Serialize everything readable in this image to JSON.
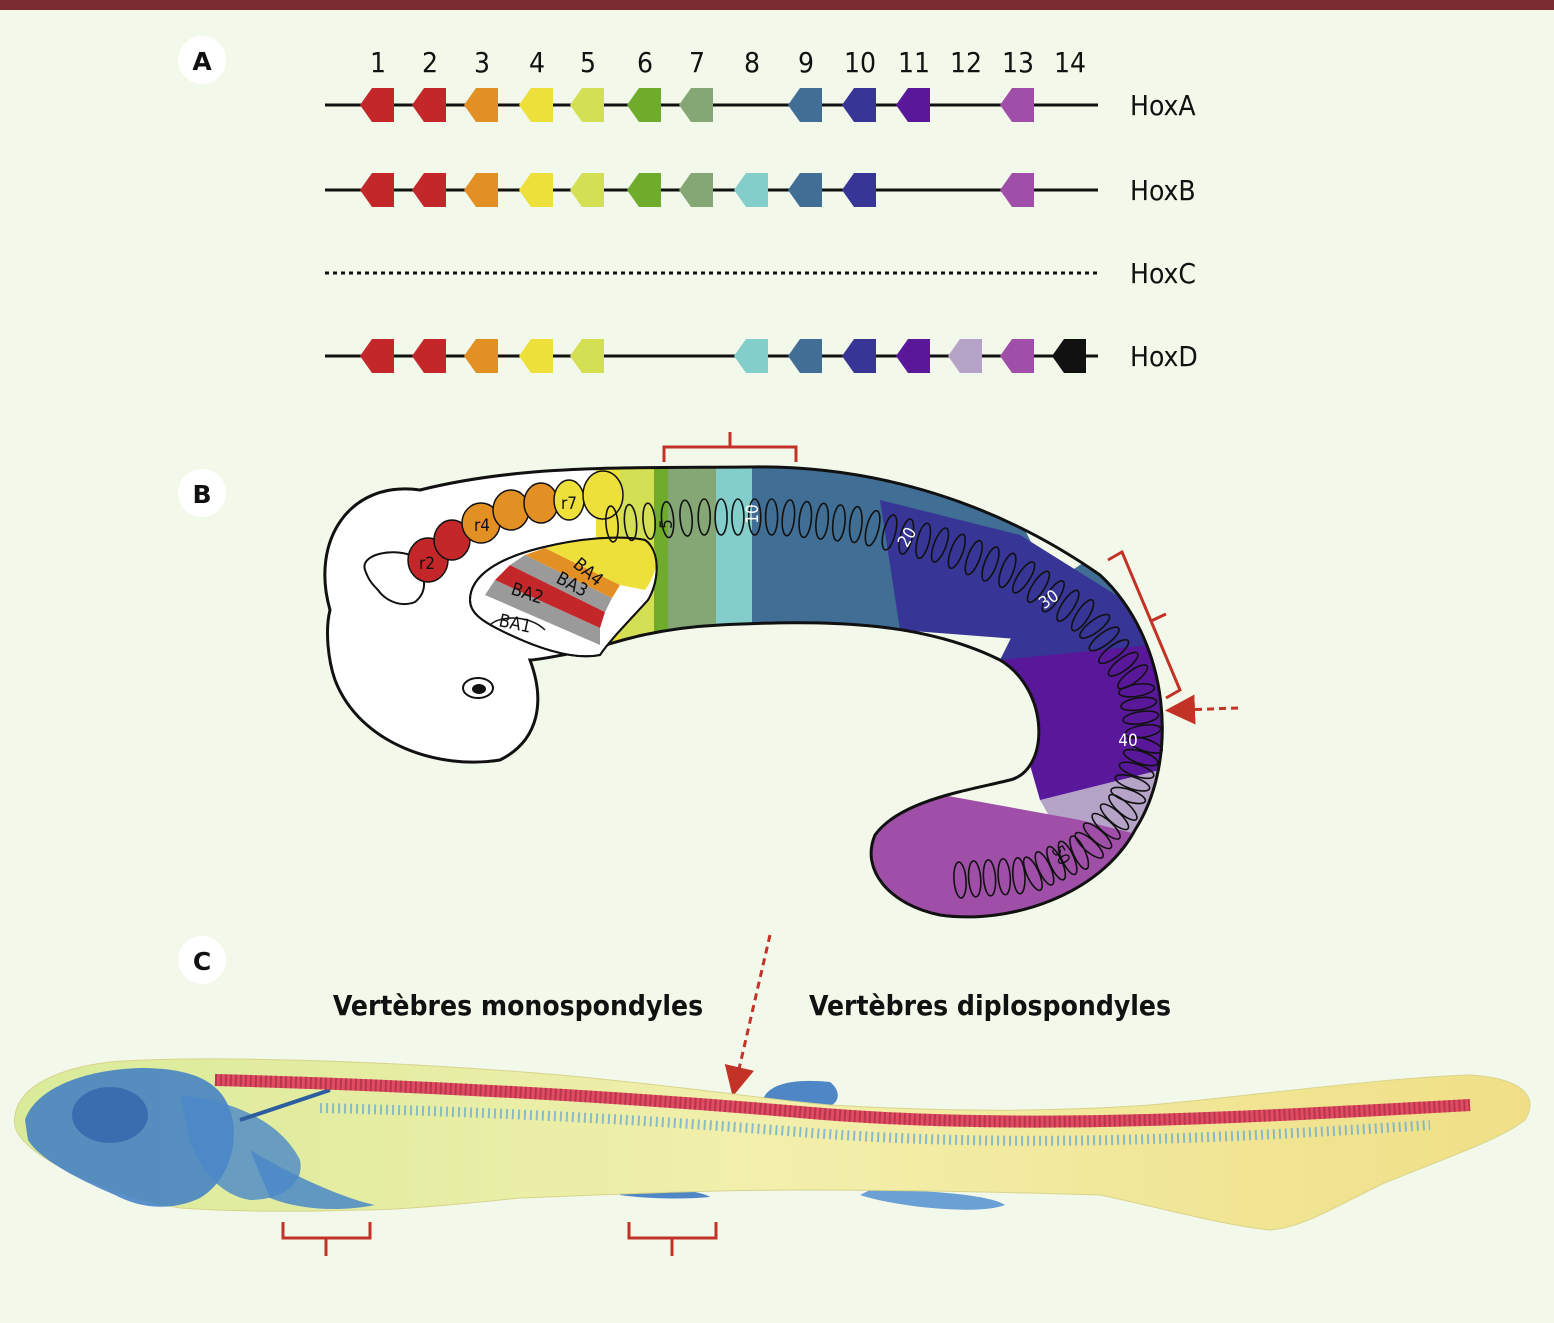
{
  "panels": {
    "a": "A",
    "b": "B",
    "c": "C"
  },
  "gene_numbers": [
    "1",
    "2",
    "3",
    "4",
    "5",
    "6",
    "7",
    "8",
    "9",
    "10",
    "11",
    "12",
    "13",
    "14"
  ],
  "paralog_colors": {
    "1": "#c3272a",
    "2": "#c3272a",
    "3": "#e29024",
    "4": "#ede03a",
    "5": "#d4e054",
    "6": "#6fac2c",
    "7": "#85a776",
    "8": "#83cdca",
    "9": "#406e95",
    "10": "#373595",
    "11": "#59189a",
    "12": "#b6a4c8",
    "13": "#a04fa8",
    "14": "#111111"
  },
  "clusters": [
    {
      "name": "HoxA",
      "genes": [
        1,
        2,
        3,
        4,
        5,
        6,
        7,
        9,
        10,
        11,
        13
      ],
      "deleted": false
    },
    {
      "name": "HoxB",
      "genes": [
        1,
        2,
        3,
        4,
        5,
        6,
        7,
        8,
        9,
        10,
        13
      ],
      "deleted": false
    },
    {
      "name": "HoxC",
      "genes": [],
      "deleted": true
    },
    {
      "name": "HoxD",
      "genes": [
        1,
        2,
        3,
        4,
        5,
        8,
        9,
        10,
        11,
        12,
        13,
        14
      ],
      "deleted": false
    }
  ],
  "embryo": {
    "rhombomeres": [
      "r2",
      "r4",
      "r7"
    ],
    "branchial_arches": [
      "BA1",
      "BA2",
      "BA3",
      "BA4"
    ],
    "somite_numbers": [
      "5",
      "10",
      "20",
      "30",
      "40",
      "50"
    ]
  },
  "vertebrae": {
    "left": "Vertèbres monospondyles",
    "right": "Vertèbres diplospondyles"
  }
}
